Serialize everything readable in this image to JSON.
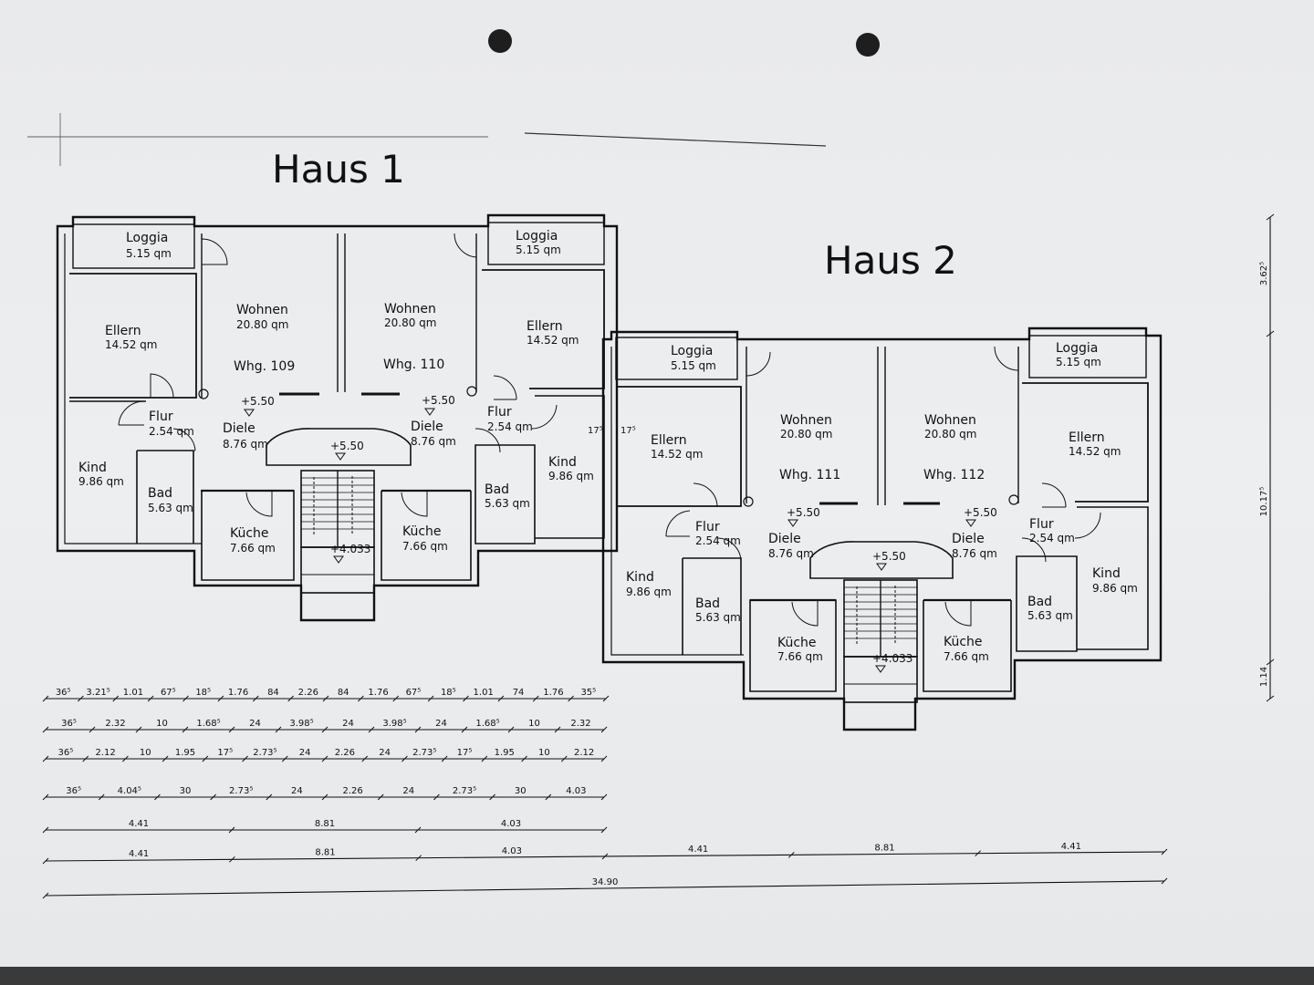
{
  "houses": {
    "haus1": {
      "title": "Haus 1",
      "units": [
        {
          "id": "whg109",
          "whg_label": "Whg. 109",
          "rooms": {
            "loggia": {
              "name": "Loggia",
              "area": "5.15 qm"
            },
            "ellern": {
              "name": "Ellern",
              "area": "14.52 qm"
            },
            "wohnen": {
              "name": "Wohnen",
              "area": "20.80 qm"
            },
            "flur": {
              "name": "Flur",
              "area": "2.54 qm"
            },
            "diele": {
              "name": "Diele",
              "area": "8.76 qm"
            },
            "kind": {
              "name": "Kind",
              "area": "9.86 qm"
            },
            "bad": {
              "name": "Bad",
              "area": "5.63 qm"
            },
            "kueche": {
              "name": "Küche",
              "area": "7.66 qm"
            }
          },
          "level": "+5.50"
        },
        {
          "id": "whg110",
          "whg_label": "Whg. 110",
          "rooms": {
            "loggia": {
              "name": "Loggia",
              "area": "5.15 qm"
            },
            "ellern": {
              "name": "Ellern",
              "area": "14.52 qm"
            },
            "wohnen": {
              "name": "Wohnen",
              "area": "20.80 qm"
            },
            "flur": {
              "name": "Flur",
              "area": "2.54 qm"
            },
            "diele": {
              "name": "Diele",
              "area": "8.76 qm"
            },
            "kind": {
              "name": "Kind",
              "area": "9.86 qm"
            },
            "bad": {
              "name": "Bad",
              "area": "5.63 qm"
            },
            "kueche": {
              "name": "Küche",
              "area": "7.66 qm"
            }
          },
          "level": "+5.50"
        }
      ],
      "stair_level_top": "+5.50",
      "stair_level_bottom": "+4.033"
    },
    "haus2": {
      "title": "Haus 2",
      "units": [
        {
          "id": "whg111",
          "whg_label": "Whg. 111",
          "rooms": {
            "loggia": {
              "name": "Loggia",
              "area": "5.15 qm"
            },
            "ellern": {
              "name": "Ellern",
              "area": "14.52 qm"
            },
            "wohnen": {
              "name": "Wohnen",
              "area": "20.80 qm"
            },
            "flur": {
              "name": "Flur",
              "area": "2.54 qm"
            },
            "diele": {
              "name": "Diele",
              "area": "8.76 qm"
            },
            "kind": {
              "name": "Kind",
              "area": "9.86 qm"
            },
            "bad": {
              "name": "Bad",
              "area": "5.63 qm"
            },
            "kueche": {
              "name": "Küche",
              "area": "7.66 qm"
            }
          },
          "level": "+5.50"
        },
        {
          "id": "whg112",
          "whg_label": "Whg. 112",
          "rooms": {
            "loggia": {
              "name": "Loggia",
              "area": "5.15 qm"
            },
            "ellern": {
              "name": "Ellern",
              "area": "14.52 qm"
            },
            "wohnen": {
              "name": "Wohnen",
              "area": "20.80 qm"
            },
            "flur": {
              "name": "Flur",
              "area": "2.54 qm"
            },
            "diele": {
              "name": "Diele",
              "area": "8.76 qm"
            },
            "kind": {
              "name": "Kind",
              "area": "9.86 qm"
            },
            "bad": {
              "name": "Bad",
              "area": "5.63 qm"
            },
            "kueche": {
              "name": "Küche",
              "area": "7.66 qm"
            }
          },
          "level": "+5.50"
        }
      ],
      "stair_level_top": "+5.50",
      "stair_level_bottom": "+4.033"
    }
  },
  "wall_marks": [
    "17⁵",
    "17⁵"
  ],
  "dimension_rows": [
    [
      "36⁵",
      "3.21⁵",
      "1.01",
      "67⁵",
      "18⁵",
      "1.76",
      "84",
      "2.26",
      "84",
      "1.76",
      "67⁵",
      "18⁵",
      "1.01",
      "74",
      "1.76",
      "35⁵"
    ],
    [
      "36⁵",
      "2.32",
      "10",
      "1.68⁵",
      "24",
      "3.98⁵",
      "24",
      "3.98⁵",
      "24",
      "1.68⁵",
      "10",
      "2.32"
    ],
    [
      "36⁵",
      "2.12",
      "10",
      "1.95",
      "17⁵",
      "2.73⁵",
      "24",
      "2.26",
      "24",
      "2.73⁵",
      "17⁵",
      "1.95",
      "10",
      "2.12"
    ],
    [
      "36⁵",
      "4.04⁵",
      "30",
      "2.73⁵",
      "24",
      "2.26",
      "24",
      "2.73⁵",
      "30",
      "4.03"
    ],
    [
      "4.41",
      "8.81",
      "4.03"
    ],
    [
      "4.41",
      "8.81",
      "4.03",
      "4.41",
      "8.81",
      "4.41"
    ],
    [
      "34.90"
    ]
  ],
  "vertical_dims": [
    "3.62⁵",
    "10.17⁵",
    "1.14"
  ]
}
